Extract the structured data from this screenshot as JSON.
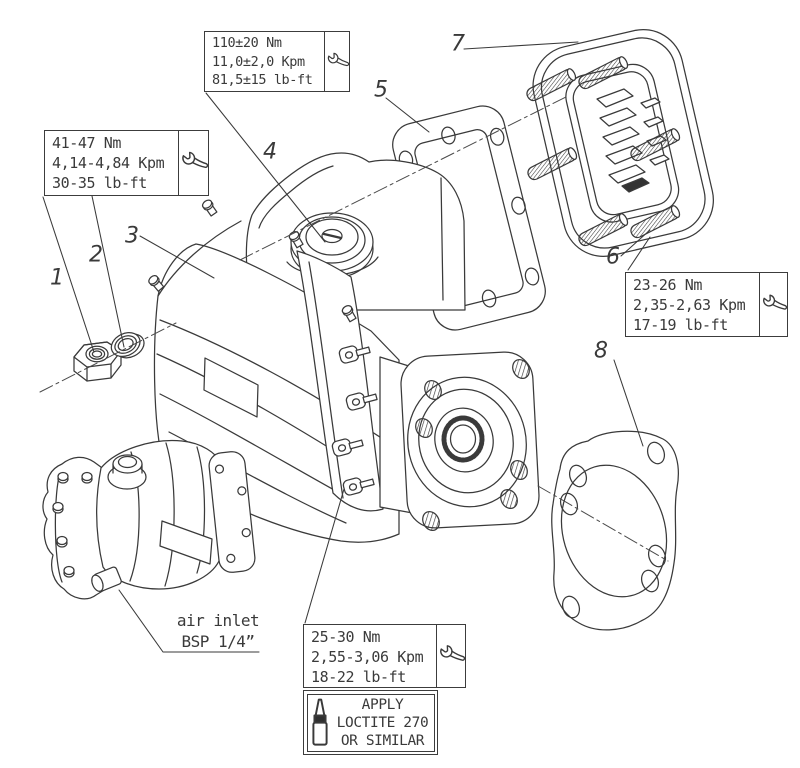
{
  "colors": {
    "line": "#3a3a3a",
    "background": "#ffffff"
  },
  "callouts": {
    "torque_top": {
      "icon": "wrench-icon",
      "lines": [
        "110±20 Nm",
        "11,0±2,0 Kpm",
        "81,5±15 lb-ft"
      ]
    },
    "torque_left": {
      "icon": "wrench-icon",
      "lines": [
        "41-47 Nm",
        "4,14-4,84 Kpm",
        "30-35 lb-ft"
      ]
    },
    "torque_right": {
      "icon": "wrench-icon",
      "lines": [
        "23-26 Nm",
        "2,35-2,63 Kpm",
        "17-19 lb-ft"
      ]
    },
    "torque_bottom": {
      "icon": "wrench-icon",
      "lines": [
        "25-30 Nm",
        "2,55-3,06 Kpm",
        "18-22 lb-ft"
      ]
    },
    "loctite_note": {
      "icon": "glue-bottle-icon",
      "lines": [
        "APPLY",
        "LOCTITE 270",
        "OR SIMILAR"
      ]
    }
  },
  "part_labels": [
    "1",
    "2",
    "3",
    "4",
    "5",
    "6",
    "7",
    "8"
  ],
  "annotations": {
    "air_inlet": {
      "line1": "air inlet",
      "line2": "BSP 1/4”"
    }
  }
}
